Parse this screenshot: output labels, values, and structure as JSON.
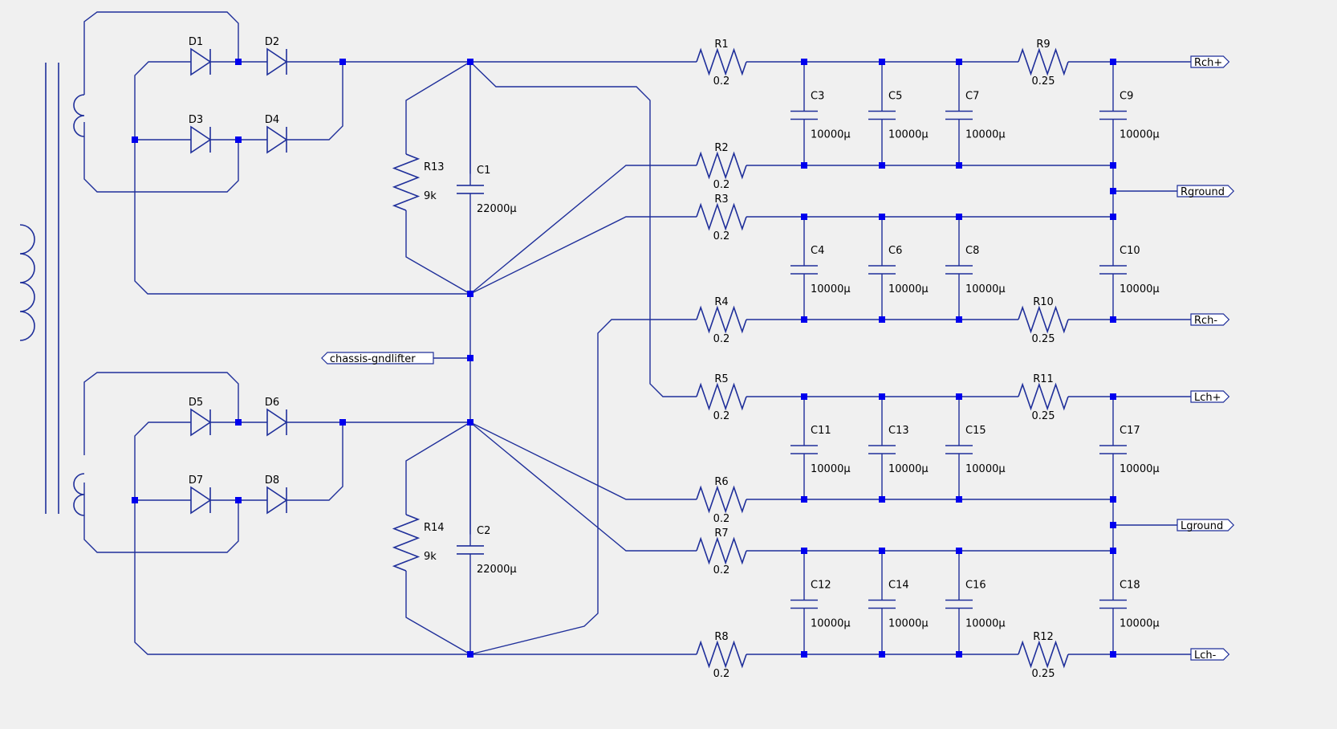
{
  "schematic": {
    "colors": {
      "wire": "#1f2f9a",
      "junction": "#0000ee",
      "background": "#f0f0f0"
    },
    "diodes": [
      "D1",
      "D2",
      "D3",
      "D4",
      "D5",
      "D6",
      "D7",
      "D8"
    ],
    "resistors": [
      {
        "ref": "R1",
        "value": "0.2"
      },
      {
        "ref": "R2",
        "value": "0.2"
      },
      {
        "ref": "R3",
        "value": "0.2"
      },
      {
        "ref": "R4",
        "value": "0.2"
      },
      {
        "ref": "R5",
        "value": "0.2"
      },
      {
        "ref": "R6",
        "value": "0.2"
      },
      {
        "ref": "R7",
        "value": "0.2"
      },
      {
        "ref": "R8",
        "value": "0.2"
      },
      {
        "ref": "R9",
        "value": "0.25"
      },
      {
        "ref": "R10",
        "value": "0.25"
      },
      {
        "ref": "R11",
        "value": "0.25"
      },
      {
        "ref": "R12",
        "value": "0.25"
      },
      {
        "ref": "R13",
        "value": "9k"
      },
      {
        "ref": "R14",
        "value": "9k"
      }
    ],
    "capacitors": [
      {
        "ref": "C1",
        "value": "22000µ"
      },
      {
        "ref": "C2",
        "value": "22000µ"
      },
      {
        "ref": "C3",
        "value": "10000µ"
      },
      {
        "ref": "C4",
        "value": "10000µ"
      },
      {
        "ref": "C5",
        "value": "10000µ"
      },
      {
        "ref": "C6",
        "value": "10000µ"
      },
      {
        "ref": "C7",
        "value": "10000µ"
      },
      {
        "ref": "C8",
        "value": "10000µ"
      },
      {
        "ref": "C9",
        "value": "10000µ"
      },
      {
        "ref": "C10",
        "value": "10000µ"
      },
      {
        "ref": "C11",
        "value": "10000µ"
      },
      {
        "ref": "C12",
        "value": "10000µ"
      },
      {
        "ref": "C13",
        "value": "10000µ"
      },
      {
        "ref": "C14",
        "value": "10000µ"
      },
      {
        "ref": "C15",
        "value": "10000µ"
      },
      {
        "ref": "C16",
        "value": "10000µ"
      },
      {
        "ref": "C17",
        "value": "10000µ"
      },
      {
        "ref": "C18",
        "value": "10000µ"
      }
    ],
    "net_labels": [
      "Rch+",
      "Rground",
      "Rch-",
      "Lch+",
      "Lground",
      "Lch-",
      "chassis-gndlifter"
    ]
  }
}
